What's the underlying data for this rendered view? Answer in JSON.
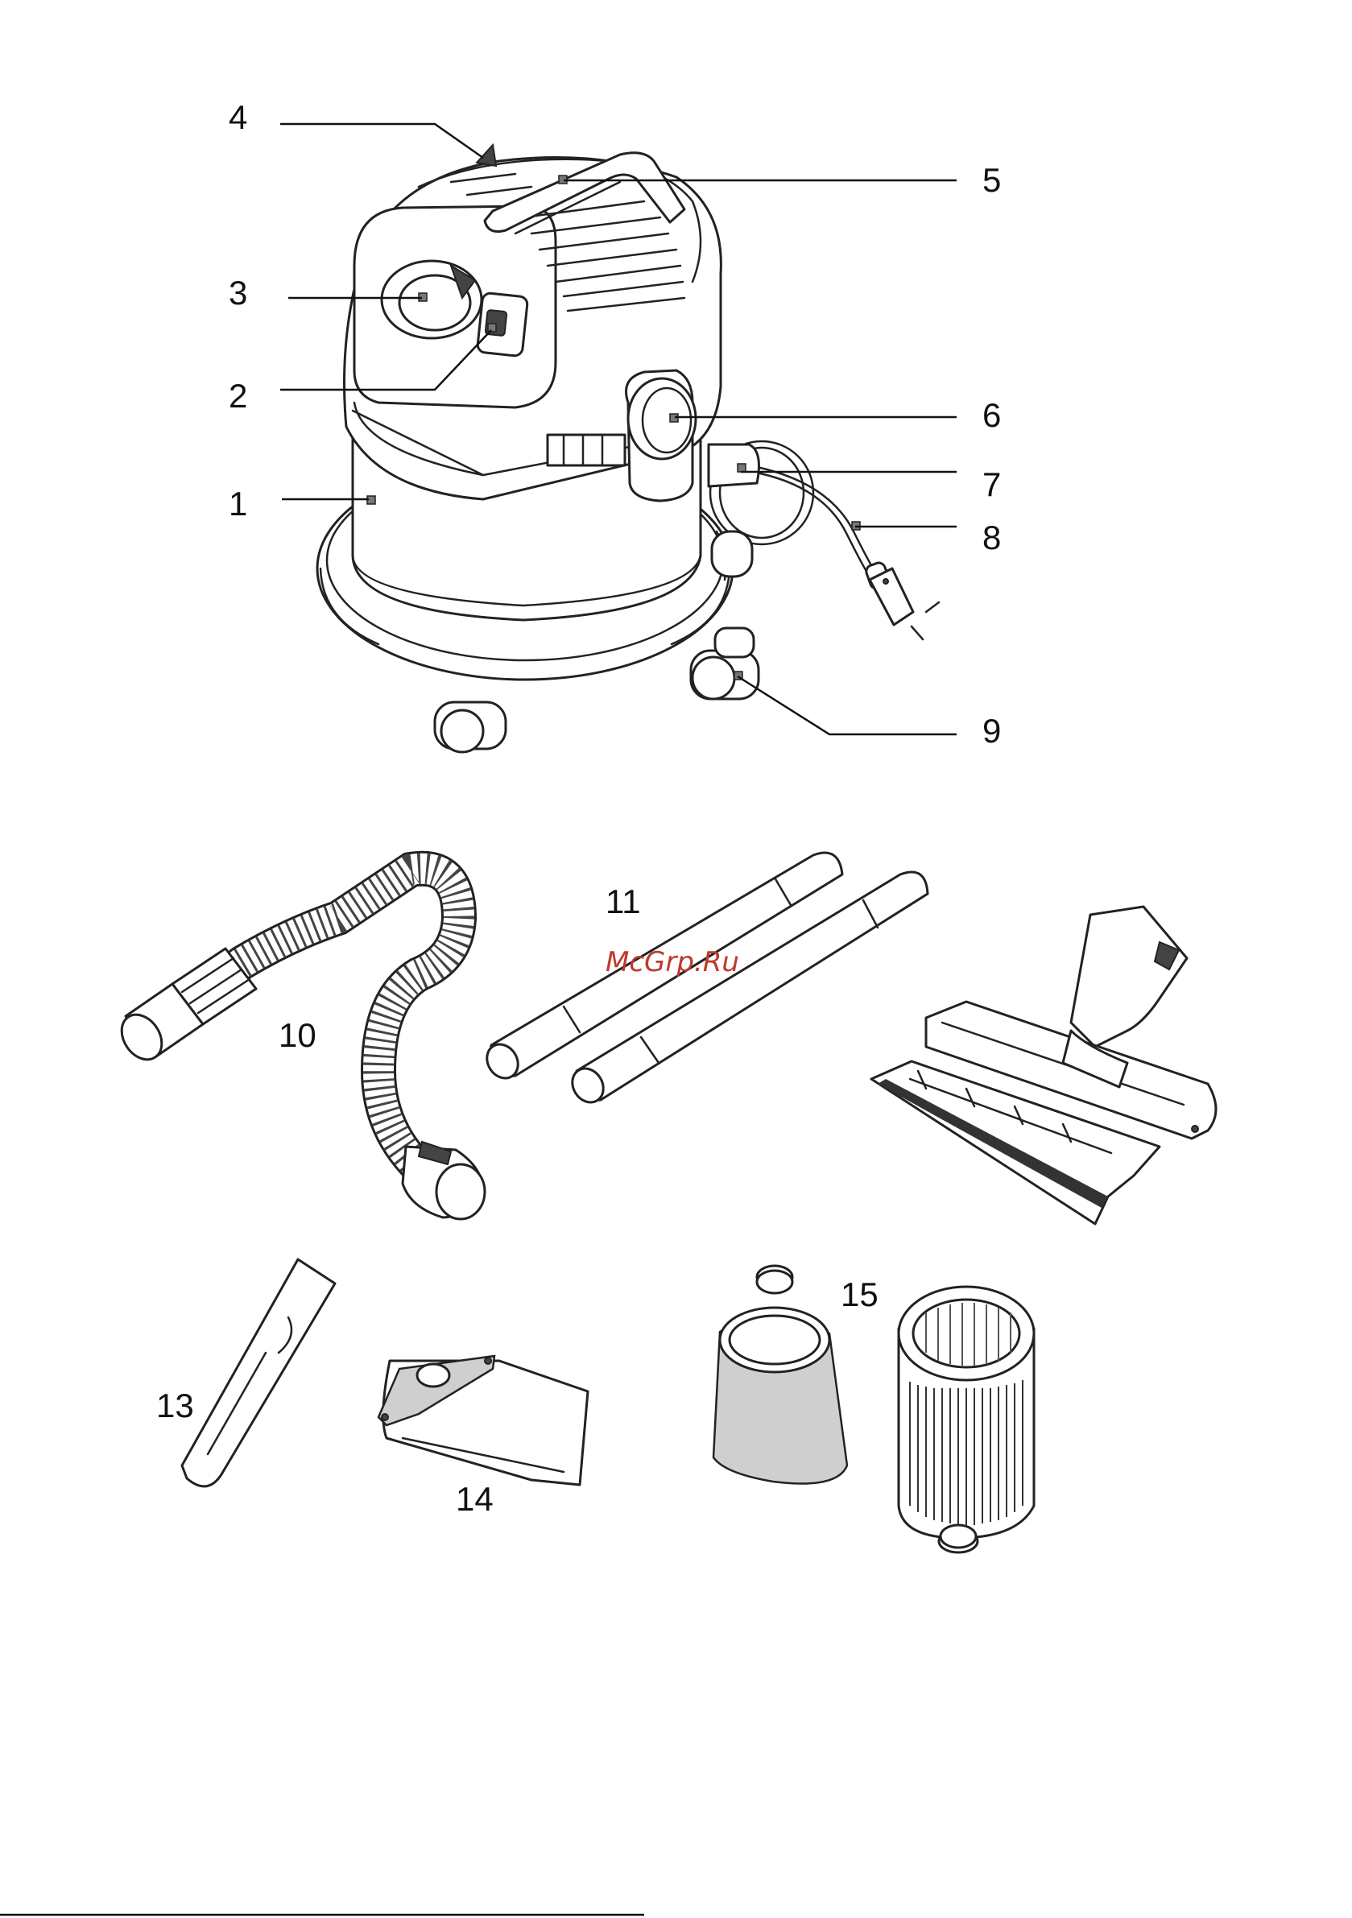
{
  "callouts": [
    {
      "id": "1",
      "label": "1"
    },
    {
      "id": "2",
      "label": "2"
    },
    {
      "id": "3",
      "label": "3"
    },
    {
      "id": "4",
      "label": "4"
    },
    {
      "id": "5",
      "label": "5"
    },
    {
      "id": "6",
      "label": "6"
    },
    {
      "id": "7",
      "label": "7"
    },
    {
      "id": "8",
      "label": "8"
    },
    {
      "id": "9",
      "label": "9"
    },
    {
      "id": "10",
      "label": "10"
    },
    {
      "id": "11",
      "label": "11"
    },
    {
      "id": "13",
      "label": "13"
    },
    {
      "id": "14",
      "label": "14"
    },
    {
      "id": "15",
      "label": "15"
    }
  ],
  "watermark": "McGrp.Ru",
  "colors": {
    "ink": "#222222",
    "watermark": "#c0392b",
    "fill_grey": "#cfcfcf"
  }
}
